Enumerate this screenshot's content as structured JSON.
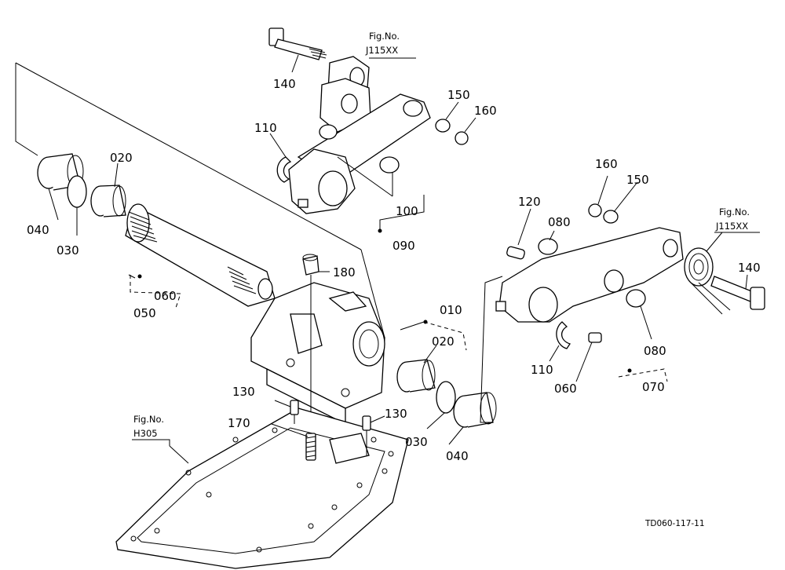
{
  "figure_refs": [
    {
      "fig": "Fig.No.",
      "no": "J115XX"
    },
    {
      "fig": "Fig.No.",
      "no": "J115XX"
    },
    {
      "fig": "Fig.No.",
      "no": "H305"
    }
  ],
  "part_labels": [
    "140",
    "150",
    "160",
    "110",
    "100",
    "090",
    "020",
    "040",
    "030",
    "180",
    "060",
    "050",
    "010",
    "020",
    "030",
    "040",
    "130",
    "130",
    "170",
    "160",
    "150",
    "120",
    "080",
    "140",
    "080",
    "110",
    "060",
    "070"
  ],
  "drawing_code": "TD060-117-11"
}
